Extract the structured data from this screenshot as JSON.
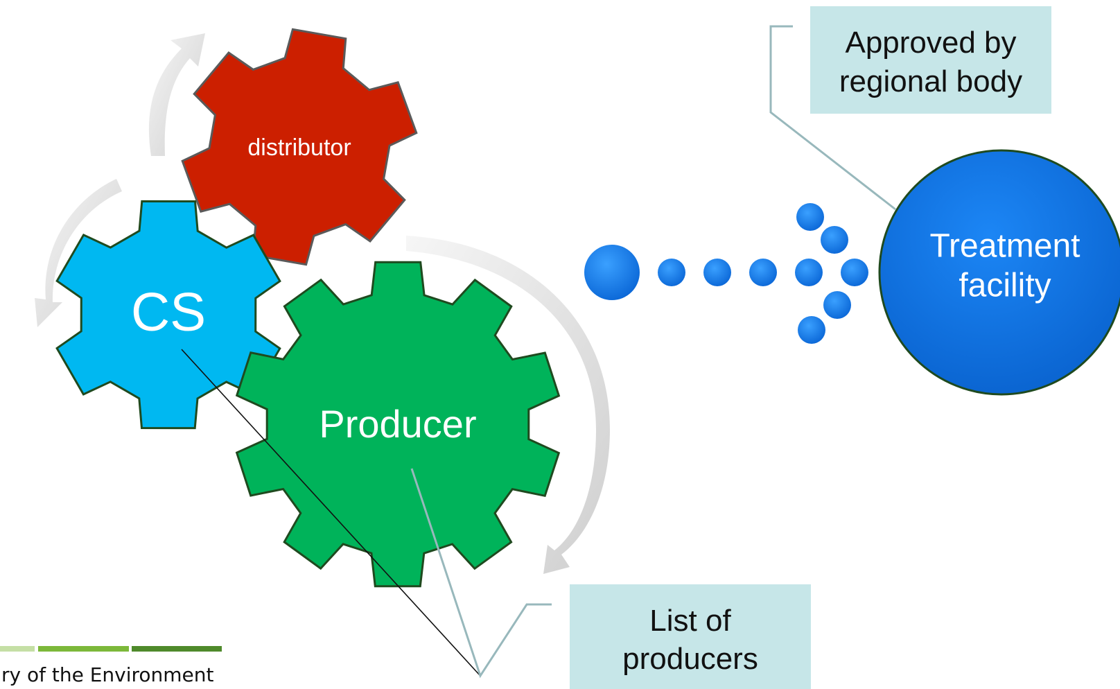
{
  "gears": {
    "distributor": {
      "label": "distributor",
      "color": "#cc1f00"
    },
    "cs": {
      "label": "CS",
      "color": "#00b8f1"
    },
    "producer": {
      "label": "Producer",
      "color": "#00b35a"
    }
  },
  "treatment_facility": {
    "line1": "Treatment",
    "line2": "facility",
    "color": "#0a73e6"
  },
  "callouts": {
    "approved": {
      "line1": "Approved by",
      "line2": "regional body",
      "background": "#c6e6e8"
    },
    "producers_list": {
      "line1": "List of",
      "line2": "producers",
      "background": "#c6e6e8"
    }
  },
  "footer": {
    "text": "ry of the Environment",
    "bar_colors": [
      "#c5dfa5",
      "#7cb83a",
      "#4f8a2b"
    ]
  },
  "colors": {
    "gear_outline": "#1f4a1f",
    "dot_blue": "#0f7ae8",
    "arrow_grey": "#d9d9d9",
    "leader_line": "#98b8bc"
  }
}
